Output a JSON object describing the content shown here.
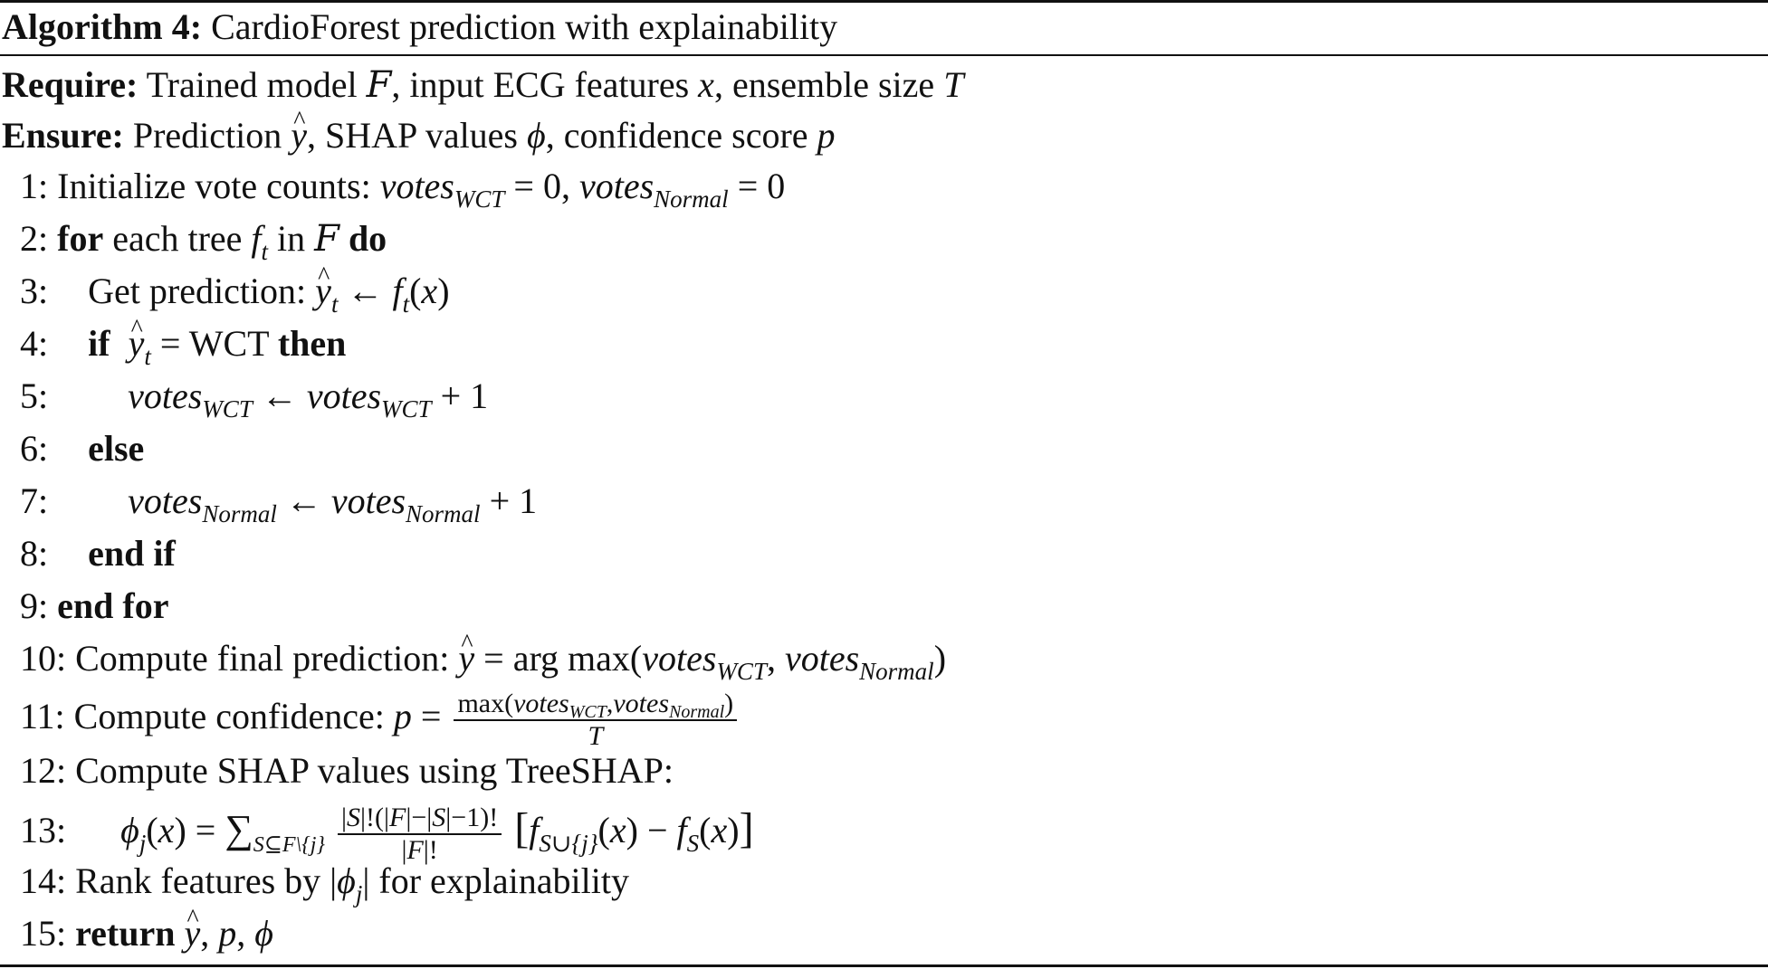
{
  "algorithm": {
    "label": "Algorithm 4:",
    "title": "CardioForest prediction with explainability"
  },
  "require": {
    "label": "Require:",
    "text_1": "Trained model",
    "model_symbol": "F",
    "text_2": ", input ECG features",
    "x_symbol": "x",
    "text_3": ", ensemble size",
    "t_symbol": "T"
  },
  "ensure": {
    "label": "Ensure:",
    "text_1": "Prediction",
    "y_symbol": "y",
    "text_2": ", SHAP values",
    "phi_symbol": "ϕ",
    "text_3": ", confidence score",
    "p_symbol": "p"
  },
  "steps": [
    {
      "num": "1:",
      "text": "Initialize vote counts:"
    },
    {
      "num": "2:",
      "kw_for": "for",
      "text": "each tree",
      "kw_in": "in",
      "kw_do": "do"
    },
    {
      "num": "3:",
      "text": "Get prediction:"
    },
    {
      "num": "4:",
      "kw_if": "if",
      "wct": "WCT",
      "kw_then": "then"
    },
    {
      "num": "5:"
    },
    {
      "num": "6:",
      "kw_else": "else"
    },
    {
      "num": "7:"
    },
    {
      "num": "8:",
      "kw_endif": "end if"
    },
    {
      "num": "9:",
      "kw_endfor": "end for"
    },
    {
      "num": "10:",
      "text": "Compute final prediction:",
      "argmax": "arg max"
    },
    {
      "num": "11:",
      "text": "Compute confidence:",
      "max": "max"
    },
    {
      "num": "12:",
      "text": "Compute SHAP values using TreeSHAP:"
    },
    {
      "num": "13:"
    },
    {
      "num": "14:",
      "text_1": "Rank features by",
      "text_2": "for explainability"
    },
    {
      "num": "15:",
      "kw_return": "return"
    }
  ],
  "symbols": {
    "votes": "votes",
    "sub_wct": "WCT",
    "sub_normal": "Normal",
    "zero": "0",
    "one": "1",
    "f": "f",
    "t": "t",
    "j": "j"
  }
}
